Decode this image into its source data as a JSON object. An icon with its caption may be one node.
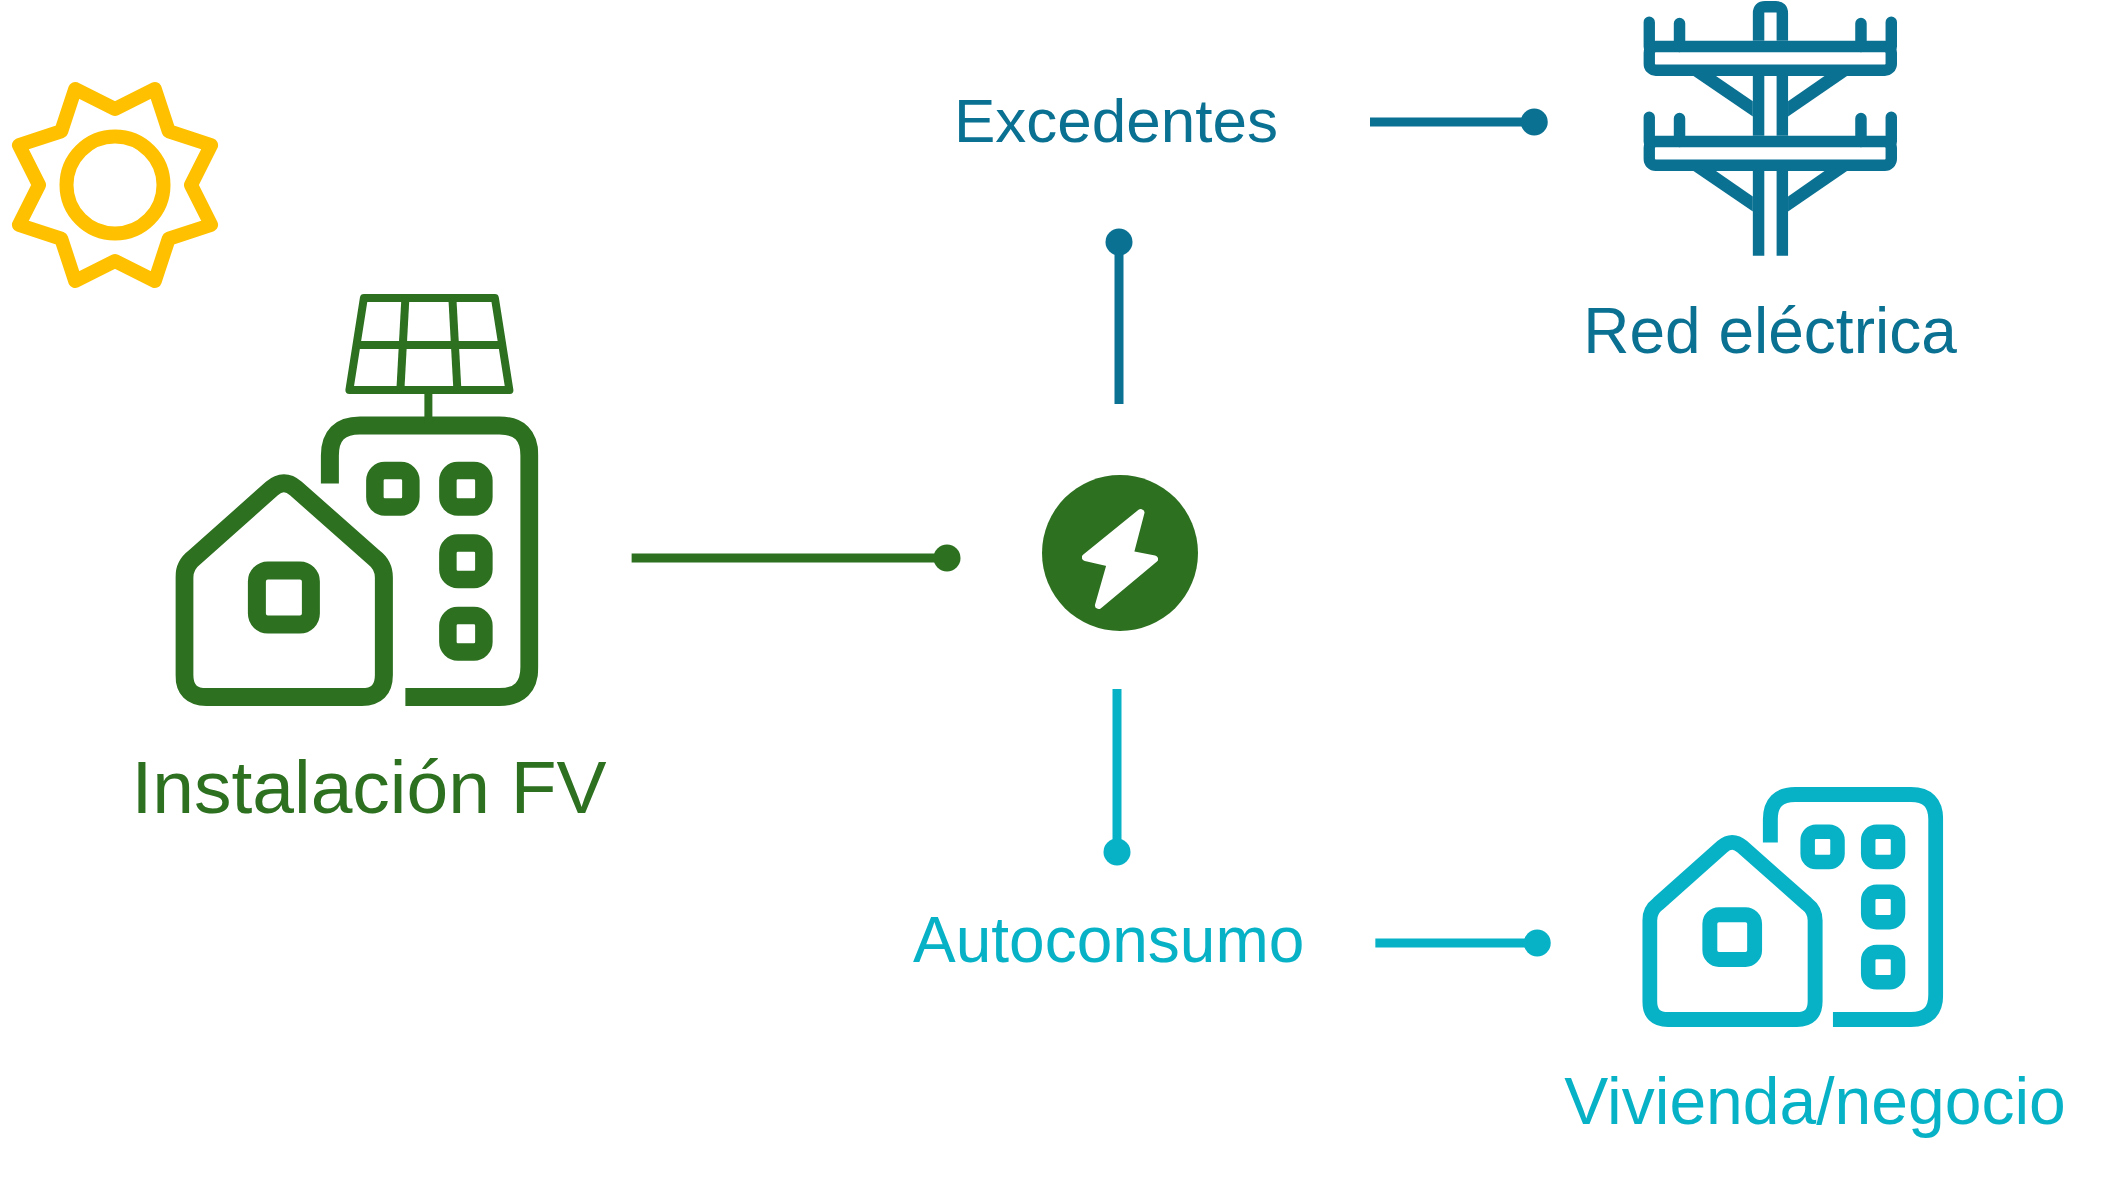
{
  "diagram": {
    "nodes": [
      {
        "text": [
          "Instalación FV"
        ]
      },
      {
        "text": [],
        "shape": "circle"
      },
      {
        "text": [
          "Excedentes"
        ]
      },
      {
        "text": [
          "Red eléctrica"
        ]
      },
      {
        "text": [
          "Autoconsumo"
        ]
      },
      {
        "text": [
          "Vivienda/negocio"
        ]
      }
    ],
    "edges": [
      {
        "from": 0,
        "to": 1,
        "arrow": "other",
        "color": "#2d7120"
      },
      {
        "from": 1,
        "to": 2,
        "arrow": "other",
        "color": "#0a7193"
      },
      {
        "from": 2,
        "to": 3,
        "arrow": "other",
        "color": "#0a7193"
      },
      {
        "from": 1,
        "to": 4,
        "arrow": "other",
        "color": "#07b2c7"
      },
      {
        "from": 4,
        "to": 5,
        "arrow": "other",
        "color": "#07b2c7"
      }
    ]
  }
}
